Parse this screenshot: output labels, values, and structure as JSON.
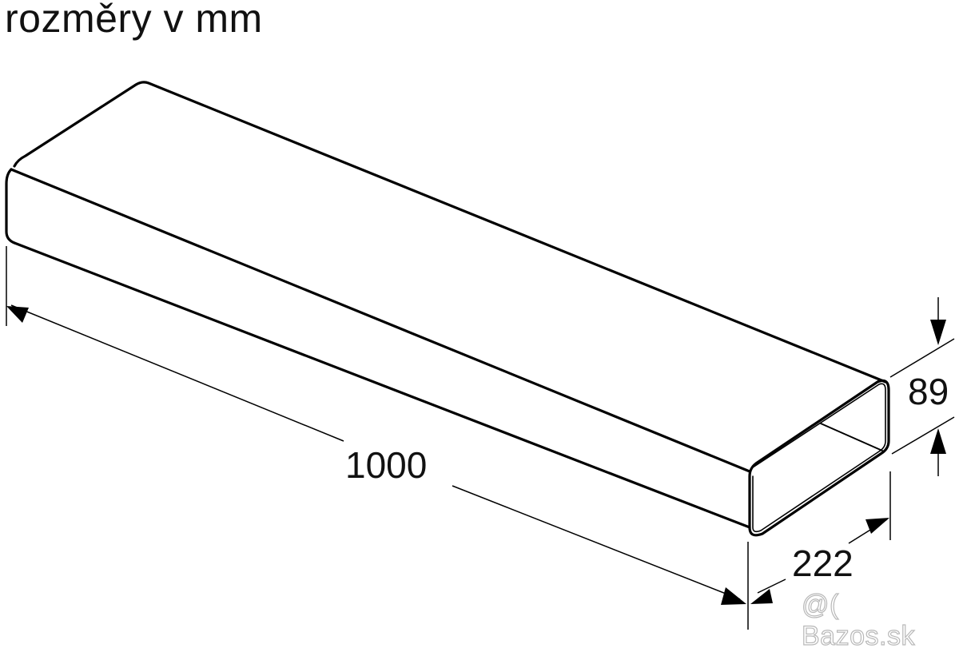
{
  "title": "rozměry v mm",
  "dimensions": {
    "length": "1000",
    "height": "89",
    "width": "222"
  },
  "units": "mm",
  "watermark": "@( Bazos.sk",
  "colors": {
    "line": "#000000",
    "background": "#ffffff",
    "watermark": "#b8b8b8"
  }
}
